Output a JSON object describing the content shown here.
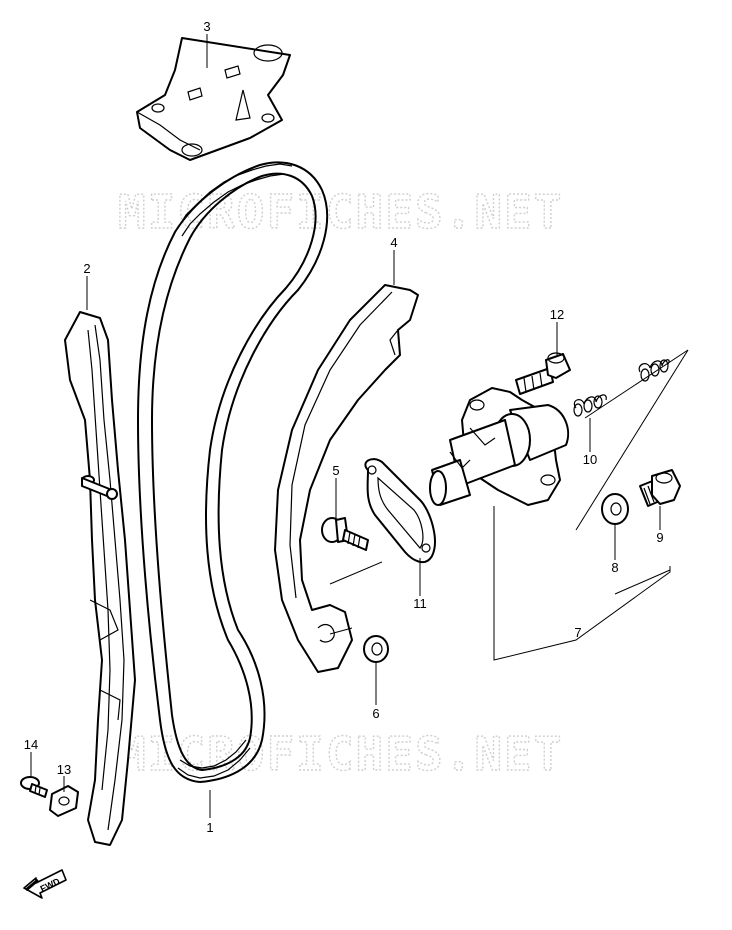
{
  "watermark": {
    "text": "MICROFICHES.NET"
  },
  "direction_marker": {
    "text": "FWD"
  },
  "parts": [
    {
      "id": "1",
      "label": "1"
    },
    {
      "id": "2",
      "label": "2"
    },
    {
      "id": "3",
      "label": "3"
    },
    {
      "id": "4",
      "label": "4"
    },
    {
      "id": "5",
      "label": "5"
    },
    {
      "id": "6",
      "label": "6"
    },
    {
      "id": "7",
      "label": "7"
    },
    {
      "id": "8",
      "label": "8"
    },
    {
      "id": "9",
      "label": "9"
    },
    {
      "id": "10",
      "label": "10"
    },
    {
      "id": "11",
      "label": "11"
    },
    {
      "id": "12",
      "label": "12"
    },
    {
      "id": "13",
      "label": "13"
    },
    {
      "id": "14",
      "label": "14"
    }
  ]
}
